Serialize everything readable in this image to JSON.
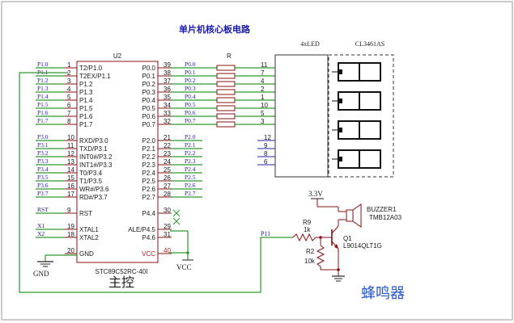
{
  "title": "单片机核心板电路",
  "section_main": "主控",
  "section_buzzer": "蜂鸣器",
  "mcu": {
    "ref": "U2",
    "part": "STC89C52RC-40I",
    "left_pins": [
      {
        "num": "1",
        "name": "T2/P1.0",
        "net": "P1.0"
      },
      {
        "num": "2",
        "name": "T2EX/P1.1",
        "net": "P1.1"
      },
      {
        "num": "3",
        "name": "P1.2",
        "net": "P1.2"
      },
      {
        "num": "4",
        "name": "P1.3",
        "net": "P1.3"
      },
      {
        "num": "5",
        "name": "P1.4",
        "net": "P1.4"
      },
      {
        "num": "6",
        "name": "P1.5",
        "net": "P1.5"
      },
      {
        "num": "7",
        "name": "P1.6",
        "net": "P1.6"
      },
      {
        "num": "8",
        "name": "P1.7",
        "net": "P1.7"
      },
      {
        "num": "10",
        "name": "RXD/P3.0",
        "net": "P3.0"
      },
      {
        "num": "11",
        "name": "TXD/P3.1",
        "net": "P3.1"
      },
      {
        "num": "12",
        "name": "INT0#/P3.2",
        "net": "P3.2"
      },
      {
        "num": "13",
        "name": "INT1#/P3.3",
        "net": "P3.3"
      },
      {
        "num": "14",
        "name": "T0/P3.4",
        "net": "P3.4"
      },
      {
        "num": "15",
        "name": "T1/P3.5",
        "net": "P3.5"
      },
      {
        "num": "16",
        "name": "WR#/P3.6",
        "net": "P3.6"
      },
      {
        "num": "17",
        "name": "RD#/P3.7",
        "net": "P3.7"
      },
      {
        "num": "9",
        "name": "RST",
        "net": "RST"
      },
      {
        "num": "19",
        "name": "XTAL1",
        "net": "X1"
      },
      {
        "num": "18",
        "name": "XTAL2",
        "net": "X2"
      },
      {
        "num": "20",
        "name": "GND",
        "net": ""
      }
    ],
    "right_pins": [
      {
        "num": "39",
        "name": "P0.0",
        "net": "P0.0"
      },
      {
        "num": "38",
        "name": "P0.1",
        "net": "P0.1"
      },
      {
        "num": "37",
        "name": "P0.2",
        "net": "P0.2"
      },
      {
        "num": "36",
        "name": "P0.3",
        "net": "P0.3"
      },
      {
        "num": "35",
        "name": "P0.4",
        "net": "P0.4"
      },
      {
        "num": "34",
        "name": "P0.5",
        "net": "P0.5"
      },
      {
        "num": "33",
        "name": "P0.6",
        "net": "P0.6"
      },
      {
        "num": "32",
        "name": "P0.7",
        "net": "P0.7"
      },
      {
        "num": "21",
        "name": "P2.0",
        "net": "P2.0"
      },
      {
        "num": "22",
        "name": "P2.1",
        "net": "P2.1"
      },
      {
        "num": "23",
        "name": "P2.2",
        "net": "P2.2"
      },
      {
        "num": "24",
        "name": "P2.3",
        "net": "P2.3"
      },
      {
        "num": "25",
        "name": "P2.4",
        "net": "P2.4"
      },
      {
        "num": "26",
        "name": "P2.5",
        "net": "P2.5"
      },
      {
        "num": "27",
        "name": "P2.6",
        "net": "P2.6"
      },
      {
        "num": "28",
        "name": "P2.7",
        "net": "P2.7"
      },
      {
        "num": "30",
        "name": "P4.4",
        "net": ""
      },
      {
        "num": "29",
        "name": "ALE/P4.5",
        "net": ""
      },
      {
        "num": "31",
        "name": "P4.6",
        "net": ""
      },
      {
        "num": "40",
        "name": "VCC",
        "net": ""
      }
    ]
  },
  "resistor_array_ref": "R",
  "led_block": {
    "label": "4xLED",
    "pins_top": [
      "11",
      "7",
      "4",
      "2",
      "1",
      "10",
      "5",
      "3"
    ],
    "pins_bottom": [
      "12",
      "9",
      "8",
      "6"
    ]
  },
  "display_label": "CL3461AS",
  "power": {
    "vcc": "VCC",
    "gnd": "GND",
    "supply": "3.3V"
  },
  "buzzer": {
    "net": "P11",
    "r9_ref": "R9",
    "r9_val": "1k",
    "r2_ref": "R2",
    "r2_val": "10k",
    "q_ref": "Q1",
    "q_part": "L9014QLT1G",
    "bz_ref": "BUZZER1",
    "bz_part": "TMB12A03"
  },
  "colors": {
    "net_label": "#1a1aa8",
    "wire": "#2a9a2a",
    "component": "#8a1010",
    "title_blue": "#2255cc"
  }
}
